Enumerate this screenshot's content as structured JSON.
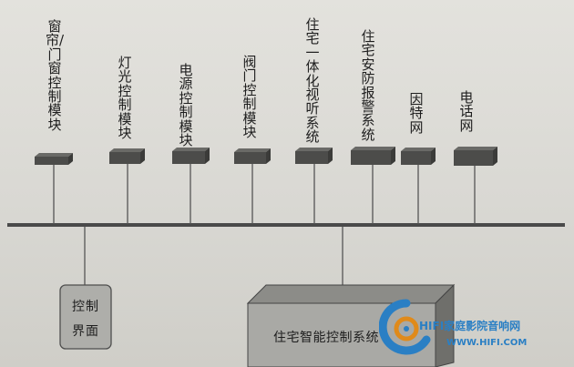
{
  "diagram": {
    "modules": [
      {
        "label": "窗帘/门窗控制模块"
      },
      {
        "label": "灯光控制模块"
      },
      {
        "label": "电源控制模块"
      },
      {
        "label": "阀门控制模块"
      },
      {
        "label": "住宅一体化视听系统"
      },
      {
        "label": "住宅安防报警系统"
      },
      {
        "label": "因特网"
      },
      {
        "label": "电话网"
      }
    ],
    "control_interface": {
      "label_line1": "控制",
      "label_line2": "界面"
    },
    "main_controller": {
      "label": "住宅智能控制系统"
    }
  },
  "watermark": {
    "name": "HIFI家庭影院音响网",
    "url": "WWW.HIFI.COM",
    "colors": {
      "primary": "#2a7fc4",
      "accent": "#e08a1a"
    }
  }
}
